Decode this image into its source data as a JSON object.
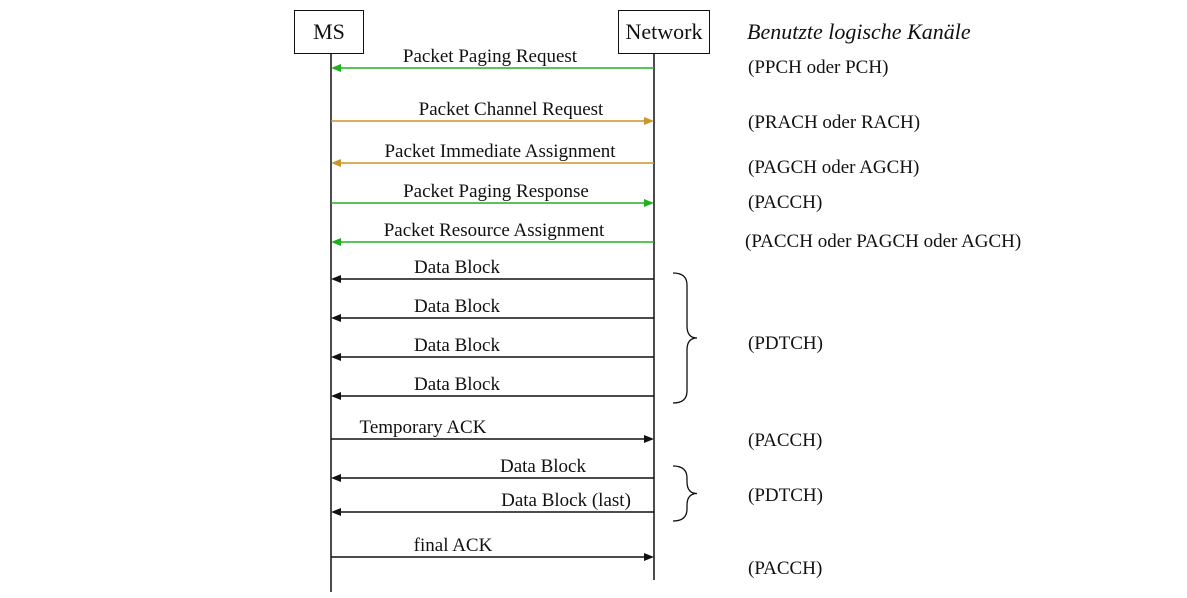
{
  "entities": {
    "ms": "MS",
    "network": "Network"
  },
  "channel_header": "Benutzte logische Kanäle",
  "colors": {
    "green": "#22b022",
    "orange": "#c8962a",
    "black": "#111111"
  },
  "messages": [
    {
      "label": "Packet Paging Request",
      "direction": "to-ms",
      "color": "green"
    },
    {
      "label": "Packet Channel Request",
      "direction": "to-network",
      "color": "orange"
    },
    {
      "label": "Packet Immediate Assignment",
      "direction": "to-ms",
      "color": "orange"
    },
    {
      "label": "Packet Paging Response",
      "direction": "to-network",
      "color": "green"
    },
    {
      "label": "Packet Resource Assignment",
      "direction": "to-ms",
      "color": "green"
    },
    {
      "label": "Data Block",
      "direction": "to-ms",
      "color": "black"
    },
    {
      "label": "Data Block",
      "direction": "to-ms",
      "color": "black"
    },
    {
      "label": "Data Block",
      "direction": "to-ms",
      "color": "black"
    },
    {
      "label": "Data Block",
      "direction": "to-ms",
      "color": "black"
    },
    {
      "label": "Temporary ACK",
      "direction": "to-network",
      "color": "black"
    },
    {
      "label": "Data Block",
      "direction": "to-ms",
      "color": "black"
    },
    {
      "label": "Data Block (last)",
      "direction": "to-ms",
      "color": "black"
    },
    {
      "label": "final ACK",
      "direction": "to-network",
      "color": "black"
    }
  ],
  "channels": [
    "(PPCH oder PCH)",
    "(PRACH oder RACH)",
    "(PAGCH oder AGCH)",
    "(PACCH)",
    "(PACCH oder PAGCH oder AGCH)",
    "(PDTCH)",
    "(PACCH)",
    "(PDTCH)",
    "(PACCH)"
  ]
}
